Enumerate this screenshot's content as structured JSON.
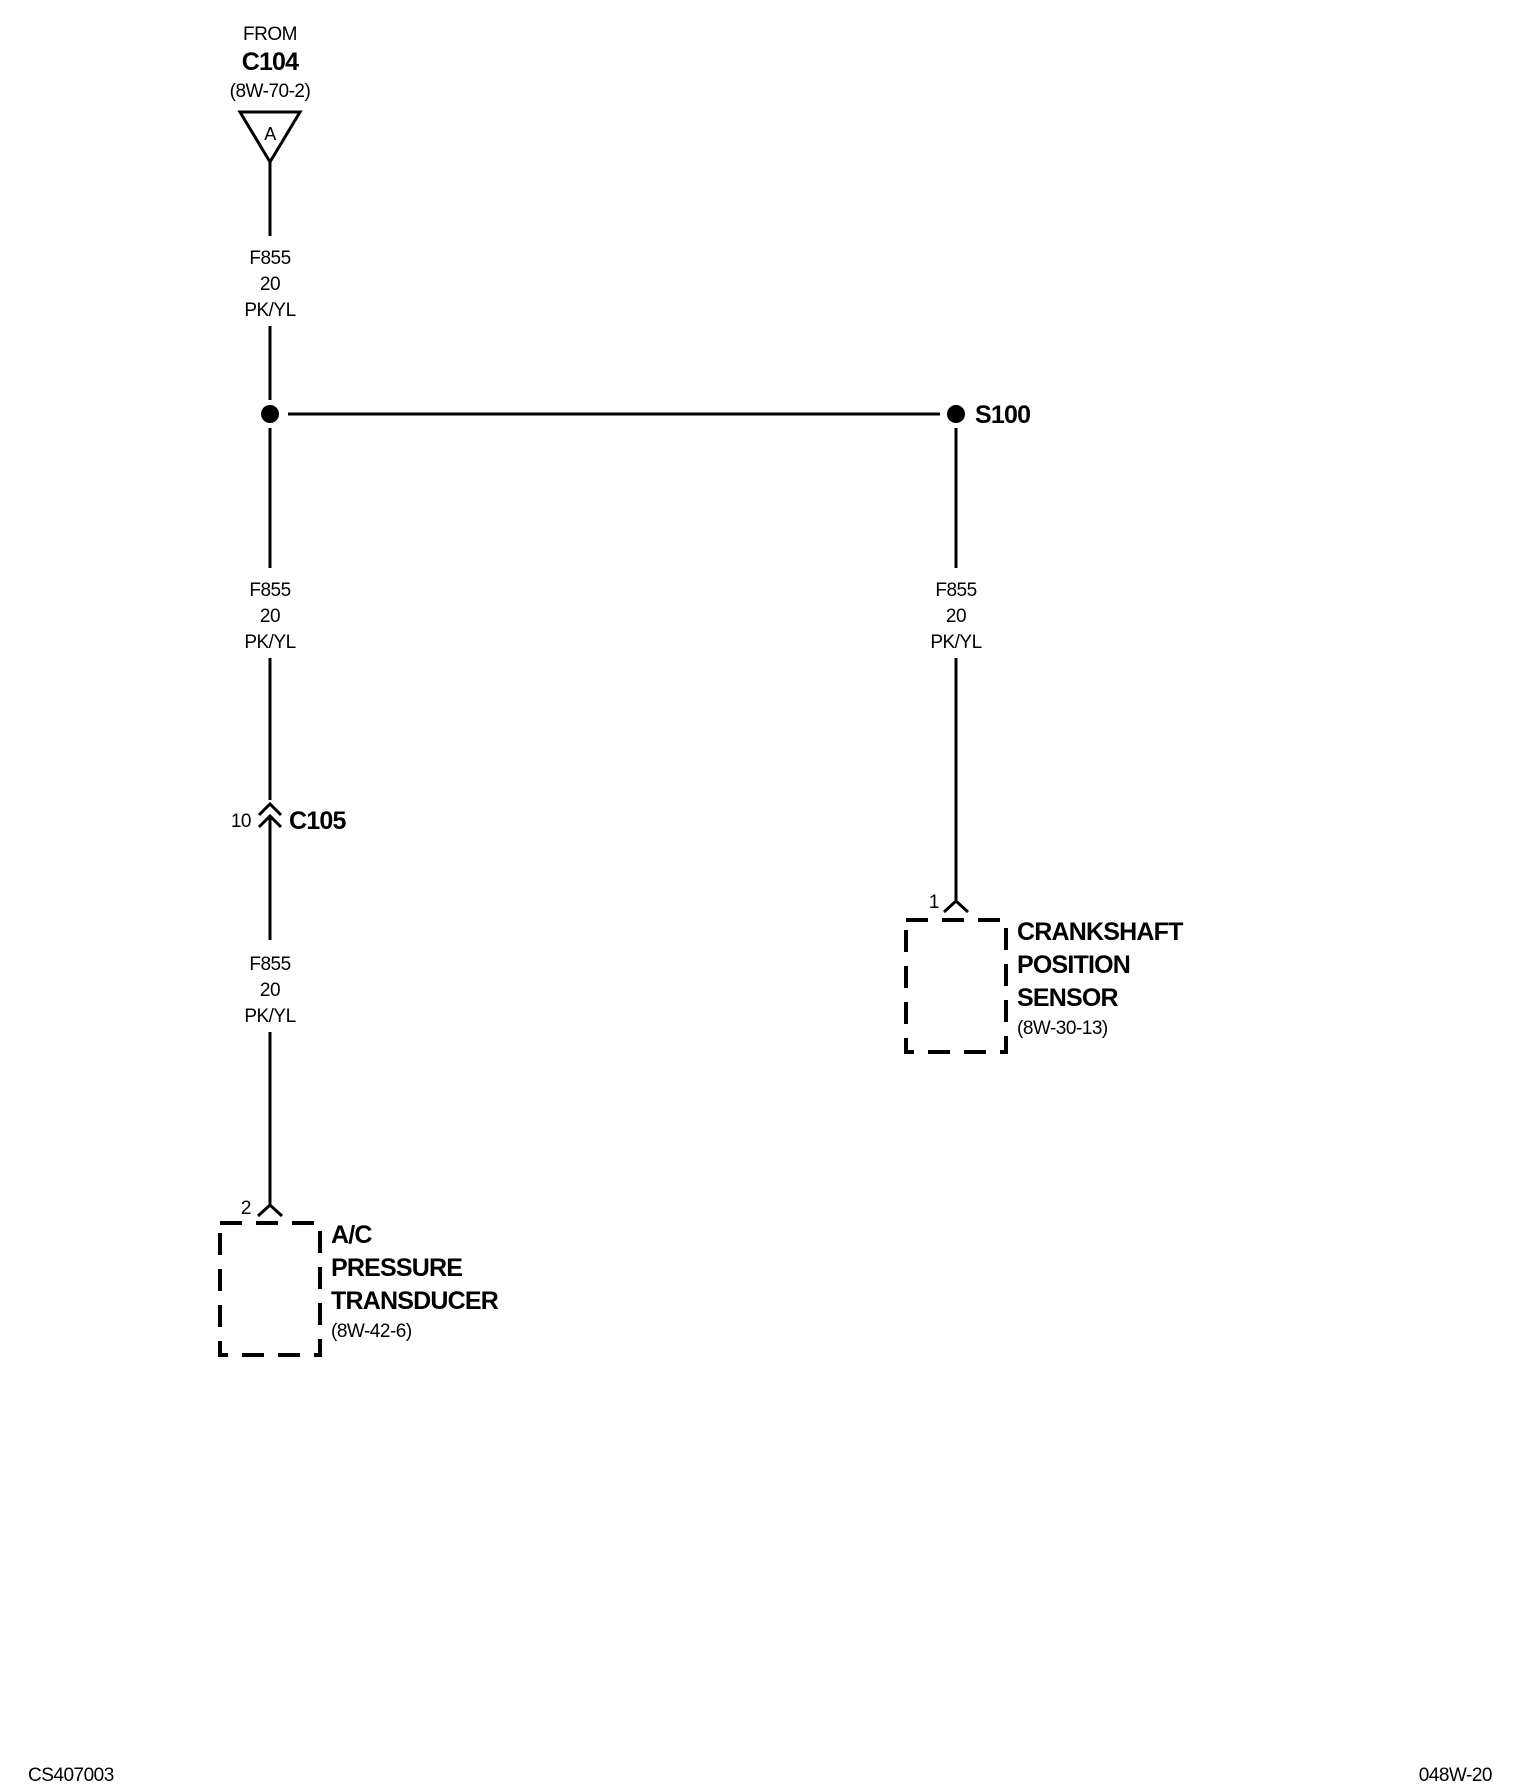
{
  "source": {
    "from_label": "FROM",
    "connector": "C104",
    "page_ref": "(8W-70-2)",
    "pin_letter": "A"
  },
  "wires": {
    "top": {
      "circuit": "F855",
      "gauge": "20",
      "color": "PK/YL"
    },
    "left_mid": {
      "circuit": "F855",
      "gauge": "20",
      "color": "PK/YL"
    },
    "left_low": {
      "circuit": "F855",
      "gauge": "20",
      "color": "PK/YL"
    },
    "right": {
      "circuit": "F855",
      "gauge": "20",
      "color": "PK/YL"
    }
  },
  "splice": {
    "name": "S100"
  },
  "inline_connector": {
    "pin": "10",
    "name": "C105"
  },
  "components": {
    "ac_transducer": {
      "pin": "2",
      "line1": "A/C",
      "line2": "PRESSURE",
      "line3": "TRANSDUCER",
      "ref": "(8W-42-6)"
    },
    "crank_sensor": {
      "pin": "1",
      "line1": "CRANKSHAFT",
      "line2": "POSITION",
      "line3": "SENSOR",
      "ref": "(8W-30-13)"
    }
  },
  "footer": {
    "left_code": "CS407003",
    "right_code": "048W-20"
  }
}
